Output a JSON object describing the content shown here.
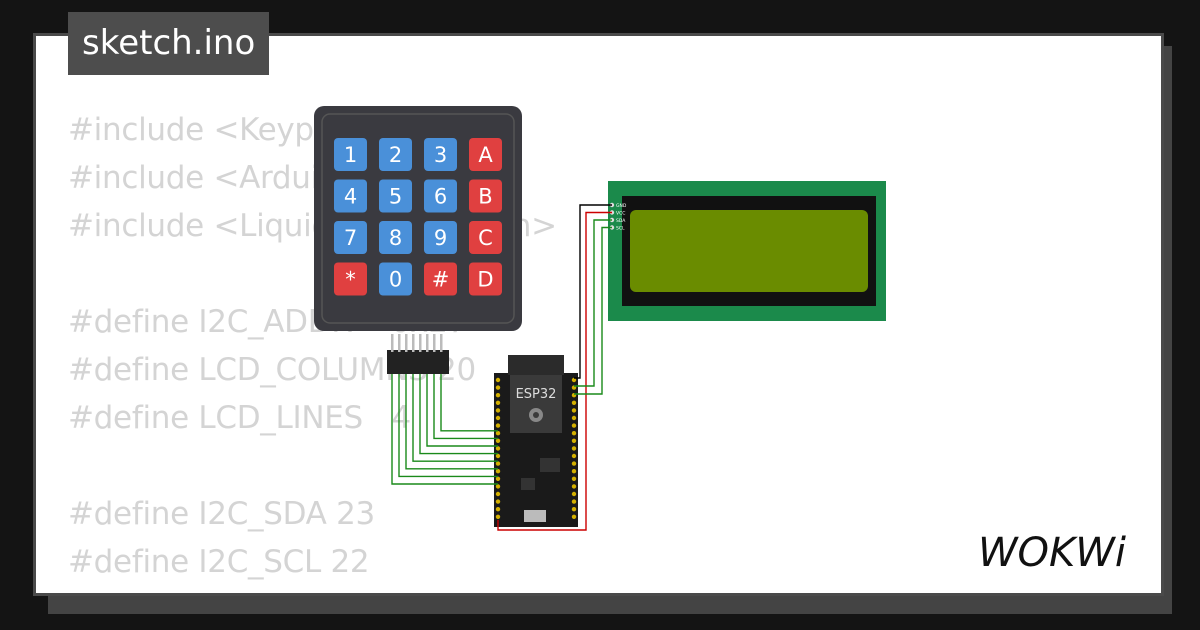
{
  "file_tab": {
    "label": "sketch.ino"
  },
  "code_lines": [
    "#include <Keypad.h>",
    "#include <Arduino.h>",
    "#include <LiquidCrystal_I2C.h>",
    "",
    "#define I2C_ADDR    0x27",
    "#define LCD_COLUMNS 20",
    "#define LCD_LINES   4",
    "",
    "#define I2C_SDA 23",
    "#define I2C_SCL 22"
  ],
  "keypad": {
    "keys": [
      "1",
      "2",
      "3",
      "A",
      "4",
      "5",
      "6",
      "B",
      "7",
      "8",
      "9",
      "C",
      "*",
      "0",
      "#",
      "D"
    ],
    "colors": {
      "digit": "#4a90d9",
      "letter": "#e04040",
      "body": "#3a3a40"
    }
  },
  "esp32": {
    "label": "ESP32"
  },
  "lcd": {
    "pins": [
      "GND",
      "VCC",
      "SDA",
      "SCL"
    ],
    "colors": {
      "pcb": "#1b8a4b",
      "screen": "#6a8c00"
    }
  },
  "wire_colors": {
    "gnd": "#000000",
    "vcc": "#cc0000",
    "data": "#1a8a1a"
  },
  "brand": {
    "logo_text": "WOKWi"
  }
}
